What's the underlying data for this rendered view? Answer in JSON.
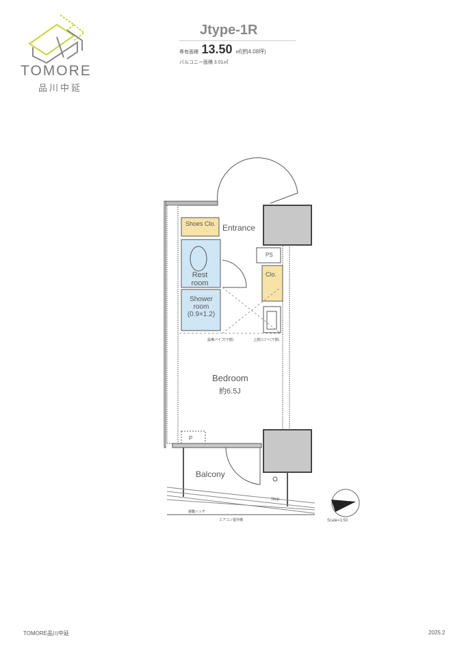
{
  "logo": {
    "name": "TOMORE",
    "sub": "品川中延"
  },
  "header": {
    "type_title": "Jtype-1R",
    "area_label": "専有面積",
    "area_value": "13.50",
    "area_unit": "㎡(約4.08坪)",
    "balcony_line": "バルコニー面積 3.01㎡"
  },
  "plan": {
    "rooms": {
      "shoes": "Shoes Clo.",
      "entrance": "Entrance",
      "restroom": "Rest room",
      "shower": "Shower room (0.9×1.2)",
      "fs": "PS",
      "clo": "Clo.",
      "bedroom": "Bedroom",
      "bedroom_size": "約6.5J",
      "p": "P",
      "balcony": "Balcony"
    },
    "notes": {
      "pipe1": "設備パイプ(下部)",
      "pipe2": "上部ロフト(下部)",
      "step": "Step",
      "outdoor1": "避難ハッチ",
      "outdoor2": "エアコン室外機"
    },
    "scale": "Scale=1:50",
    "colors": {
      "yellow": "#f7e3a8",
      "blue": "#cfe6f5",
      "gray": "#c8c8c8"
    }
  },
  "footer": {
    "left": "TOMORE品川中延",
    "right": "2025.2"
  }
}
